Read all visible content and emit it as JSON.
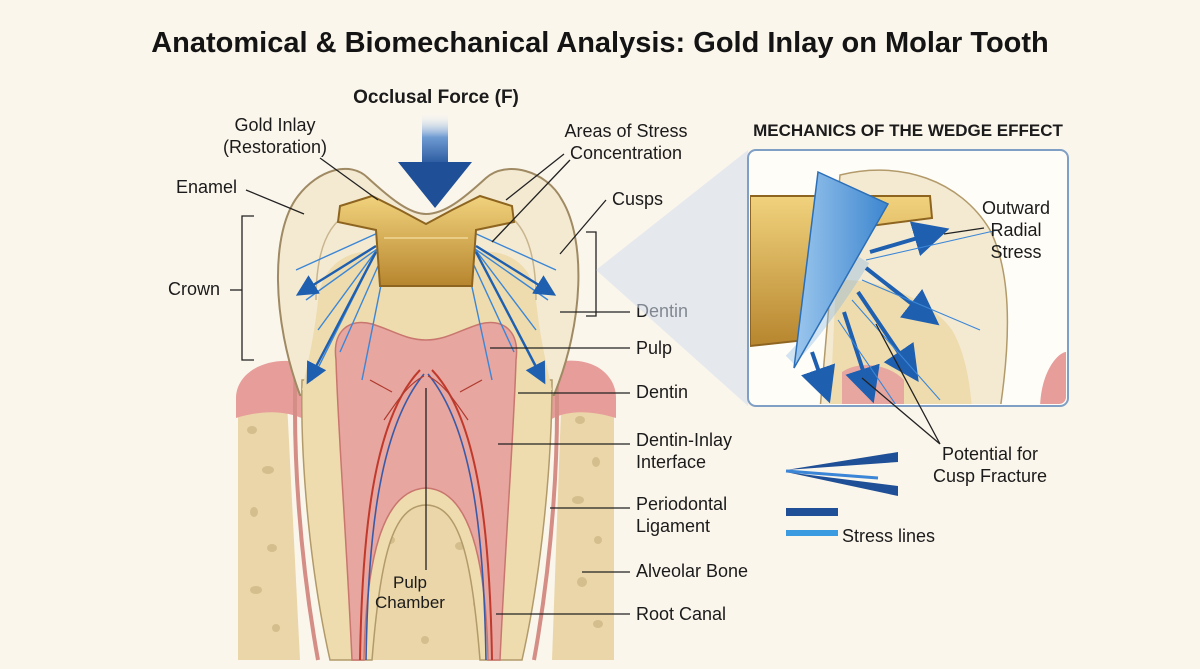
{
  "title": "Anatomical & Biomechanical Analysis: Gold Inlay on Molar Tooth",
  "force_label": "Occlusal Force (F)",
  "labels": {
    "gold_inlay_1": "Gold Inlay",
    "gold_inlay_2": "(Restoration)",
    "stress_conc_1": "Areas of Stress",
    "stress_conc_2": "Concentration",
    "enamel": "Enamel",
    "cusps": "Cusps",
    "crown": "Crown",
    "dentin_upper": "Dentin",
    "pulp": "Pulp",
    "dentin_lower": "Dentin",
    "interface_1": "Dentin-Inlay",
    "interface_2": "Interface",
    "pdl_1": "Periodontal",
    "pdl_2": "Ligament",
    "alveolar": "Alveolar Bone",
    "root_canal": "Root Canal",
    "pulp_chamber_1": "Pulp",
    "pulp_chamber_2": "Chamber"
  },
  "inset": {
    "title": "MECHANICS OF THE WEDGE EFFECT",
    "outward_1": "Outward",
    "outward_2": "Radial",
    "outward_3": "Stress",
    "fracture_1": "Potential for",
    "fracture_2": "Cusp Fracture"
  },
  "legend": {
    "stress_lines": "Stress lines"
  },
  "colors": {
    "gold": "#c99a3a",
    "enamel": "#f4ead2",
    "dentin": "#eedcae",
    "pulp": "#e7a6a0",
    "gum": "#e79d9a",
    "bone": "#ead6a8",
    "force_arrow": "#1f4f96",
    "stress_blue": "#2f7fd0",
    "wedge_blue": "#7fb3e4"
  }
}
